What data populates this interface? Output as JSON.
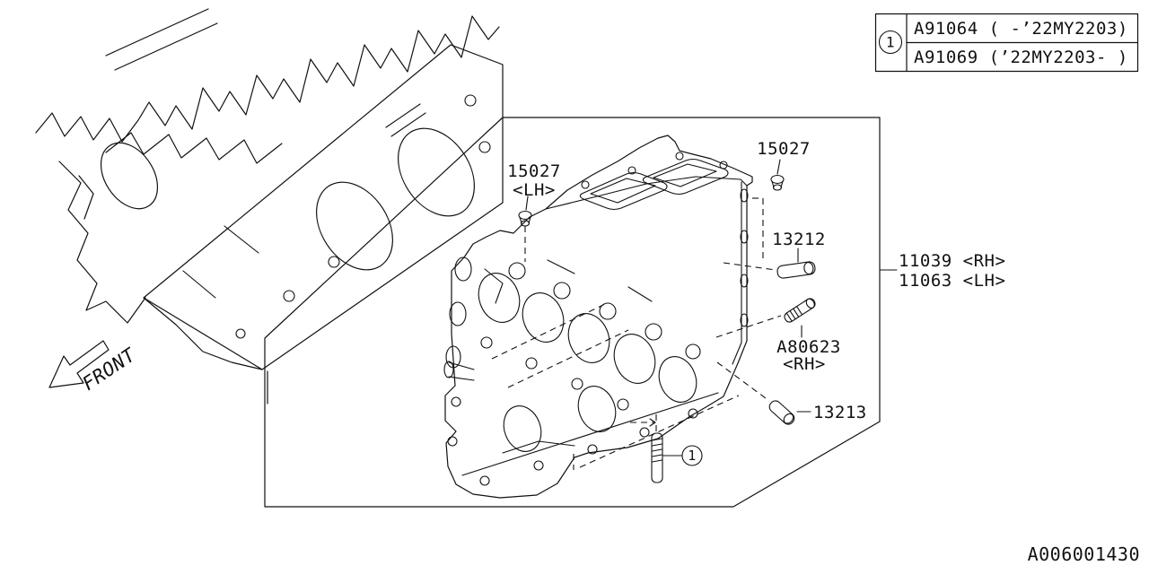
{
  "page": {
    "background_color": "#ffffff",
    "ink_color": "#111111"
  },
  "drawing_number": "A006001430",
  "front_arrow": {
    "label": "FRONT"
  },
  "legend_table": {
    "ref": "1",
    "rows": [
      "A91064 ( -’22MY2203)",
      "A91069 (’22MY2203- )"
    ]
  },
  "part_labels": {
    "plug_lh": {
      "number": "15027",
      "side": "<LH>"
    },
    "plug_rh": {
      "number": "15027"
    },
    "dowel_upper": {
      "number": "13212"
    },
    "head_rh": {
      "number": "11039 <RH>"
    },
    "head_lh": {
      "number": "11063 <LH>"
    },
    "stud_rh": {
      "number": "A80623",
      "side": "<RH>"
    },
    "dowel_lower": {
      "number": "13213"
    },
    "stud_callout": {
      "ref": "1"
    }
  }
}
